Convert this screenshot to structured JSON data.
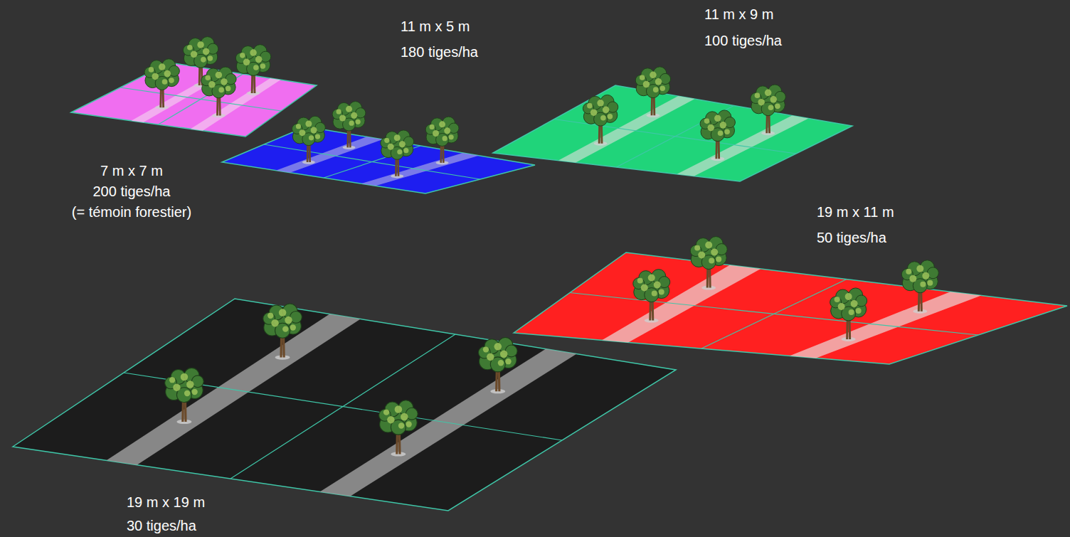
{
  "diagram": {
    "labels": [
      "11 m x 5 m",
      "180 tiges/ha",
      "11 m x 9 m",
      "100 tiges/ha",
      "7 m x 7 m",
      "200 tiges/ha",
      "(= témoin forestier)",
      "19 m x 11 m",
      "50 tiges/ha",
      "19 m x 19 m",
      "30 tiges/ha"
    ]
  }
}
